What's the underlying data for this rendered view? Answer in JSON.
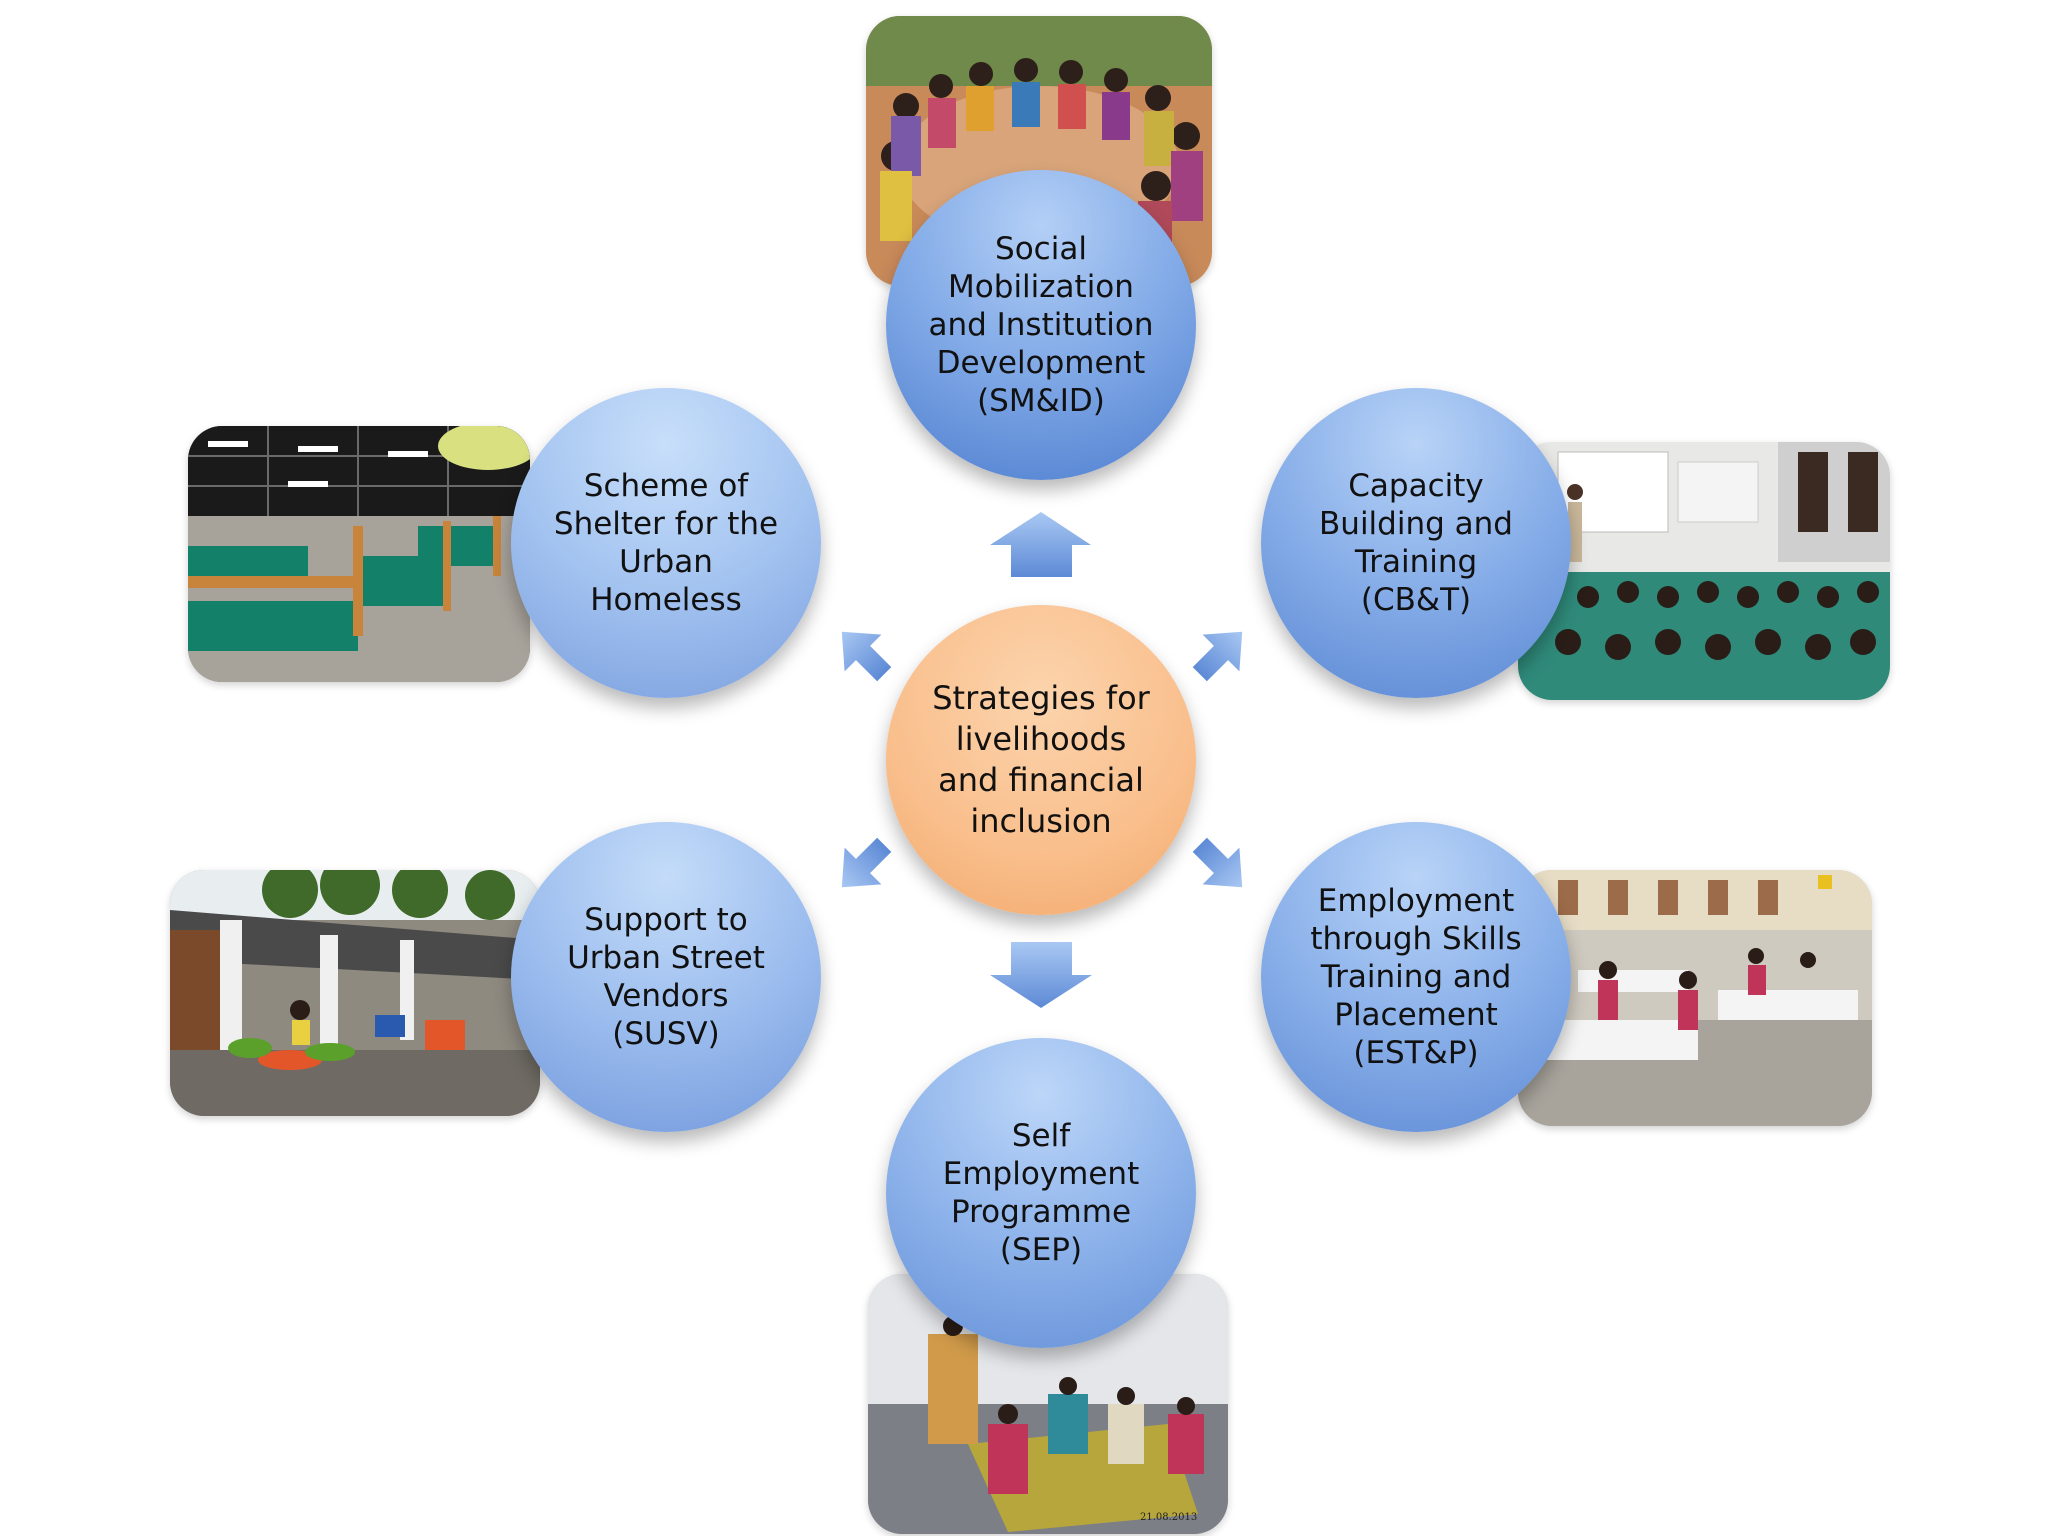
{
  "center": {
    "label": "Strategies for\nlivelihoods\nand financial\ninclusion",
    "color": "#f9be8b"
  },
  "nodes": {
    "top": {
      "label": "Social\nMobilization\nand Institution\nDevelopment\n(SM&ID)"
    },
    "upper_right": {
      "label": "Capacity\nBuilding and\nTraining\n(CB&T)"
    },
    "lower_right": {
      "label": "Employment\nthrough Skills\nTraining and\nPlacement\n(EST&P)"
    },
    "bottom": {
      "label": "Self\nEmployment\nProgramme\n(SEP)"
    },
    "lower_left": {
      "label": "Support to\nUrban Street\nVendors\n(SUSV)"
    },
    "upper_left": {
      "label": "Scheme of\nShelter for the\nUrban\nHomeless"
    }
  },
  "photos": {
    "top": "women-group-meeting-photo",
    "upper_right": "classroom-training-photo",
    "lower_right": "tailoring-workshop-photo",
    "bottom": "women-weaving-photo",
    "lower_left": "street-vendors-market-photo",
    "upper_left": "shelter-dormitory-photo"
  },
  "photo_bottom_caption": "21.08.2013",
  "colors": {
    "node_blue": "#7fa8e6",
    "arrow_blue": "#6f9be0",
    "center_orange": "#f9be8b"
  }
}
